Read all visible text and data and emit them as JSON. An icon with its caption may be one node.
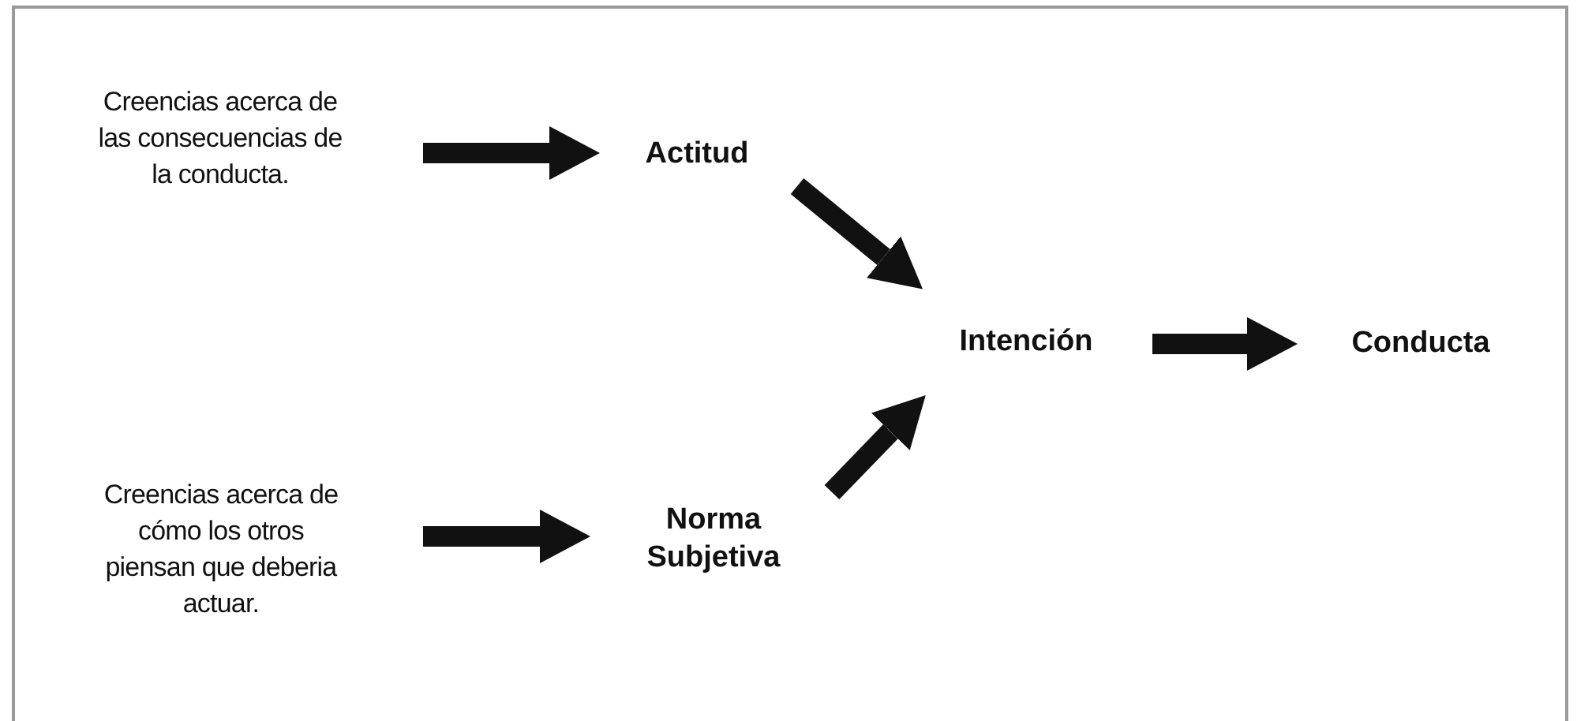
{
  "diagram": {
    "nodes": [
      {
        "text": [
          "Creencias acerca de las consecuencias de la conducta."
        ]
      },
      {
        "text": [
          "Actitud"
        ]
      },
      {
        "text": [
          "Intención"
        ]
      },
      {
        "text": [
          "Conducta"
        ]
      },
      {
        "text": [
          "Creencias acerca de cómo los otros piensan que deberia actuar."
        ]
      },
      {
        "text": [
          "Norma Subjetiva"
        ]
      }
    ],
    "edges": [
      {
        "from": 0,
        "to": 1,
        "arrow": "to"
      },
      {
        "from": 1,
        "to": 2,
        "arrow": "to"
      },
      {
        "from": 5,
        "to": 2,
        "arrow": "to"
      },
      {
        "from": 2,
        "to": 3,
        "arrow": "to"
      },
      {
        "from": 4,
        "to": 5,
        "arrow": "to"
      }
    ]
  }
}
